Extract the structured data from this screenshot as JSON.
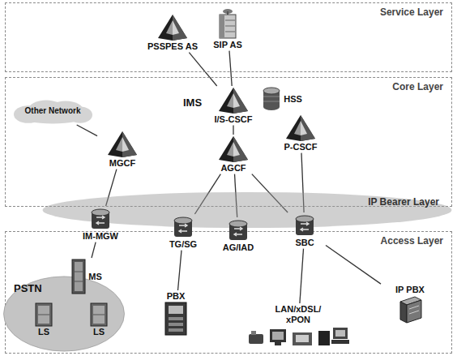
{
  "diagram": {
    "nodes": [
      {
        "text": [
          "Service Layer"
        ]
      },
      {
        "text": [
          "PSSPES AS"
        ],
        "in": 0
      },
      {
        "text": [
          "SIP AS"
        ],
        "in": 0
      },
      {
        "text": [
          "Core Layer"
        ]
      },
      {
        "text": [
          "I/S-CSCF"
        ],
        "in": 3
      },
      {
        "text": [
          "HSS"
        ],
        "in": 3
      },
      {
        "text": [
          "Other Network"
        ],
        "in": 3
      },
      {
        "text": [
          "MGCF"
        ],
        "in": 3
      },
      {
        "text": [
          "AGCF"
        ],
        "in": 3
      },
      {
        "text": [
          "P-CSCF"
        ],
        "in": 3
      },
      {
        "text": [
          "IP Bearer Layer"
        ]
      },
      {
        "text": [
          "Access Layer"
        ]
      },
      {
        "text": [
          "IM-MGW"
        ],
        "in": 11
      },
      {
        "text": [
          "TG/SG"
        ],
        "in": 11
      },
      {
        "text": [
          "AG/IAD"
        ],
        "in": 11
      },
      {
        "text": [
          "SBC"
        ],
        "in": 11
      },
      {
        "text": [
          "PSTN"
        ],
        "in": 11
      },
      {
        "text": [
          "MS"
        ],
        "in": 16
      },
      {
        "text": [
          "LS"
        ],
        "in": 16
      },
      {
        "text": [
          "LS"
        ],
        "in": 16
      },
      {
        "text": [
          "PBX"
        ],
        "in": 11
      },
      {
        "text": [
          "LAN/xDSL/ xPON"
        ],
        "in": 11
      },
      {
        "text": [
          "IP PBX"
        ],
        "in": 11
      }
    ],
    "edges": [
      {
        "from": 1,
        "to": 4,
        "arrow": "none"
      },
      {
        "from": 2,
        "to": 4,
        "arrow": "none"
      },
      {
        "from": 4,
        "to": 8,
        "arrow": "none"
      },
      {
        "from": 6,
        "to": 7,
        "arrow": "none"
      },
      {
        "from": 7,
        "to": 12,
        "arrow": "none"
      },
      {
        "from": 8,
        "to": 13,
        "arrow": "none"
      },
      {
        "from": 8,
        "to": 14,
        "arrow": "none"
      },
      {
        "from": 8,
        "to": 15,
        "arrow": "none"
      },
      {
        "from": 9,
        "to": 15,
        "arrow": "none"
      },
      {
        "from": 12,
        "to": 17,
        "arrow": "none"
      },
      {
        "from": 17,
        "to": 18,
        "arrow": "none"
      },
      {
        "from": 17,
        "to": 19,
        "arrow": "none"
      },
      {
        "from": 13,
        "to": 20,
        "arrow": "none"
      },
      {
        "from": 15,
        "to": 21,
        "arrow": "none"
      },
      {
        "from": 15,
        "to": 22,
        "arrow": "none"
      }
    ],
    "labels": [
      "IMS"
    ]
  }
}
